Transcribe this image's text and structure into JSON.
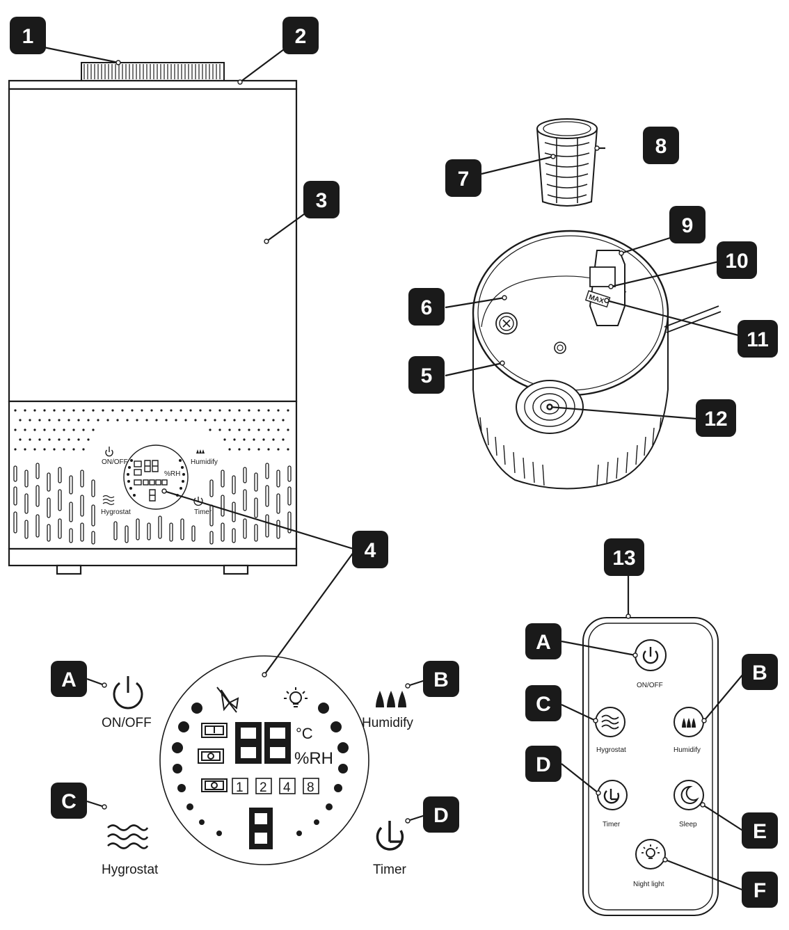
{
  "callouts": {
    "c1": "1",
    "c2": "2",
    "c3": "3",
    "c4": "4",
    "c5": "5",
    "c6": "6",
    "c7": "7",
    "c8": "8",
    "c9": "9",
    "c10": "10",
    "c11": "11",
    "c12": "12",
    "c13": "13"
  },
  "panel_letters": {
    "a": "A",
    "b": "B",
    "c": "C",
    "d": "D"
  },
  "remote_letters": {
    "a": "A",
    "b": "B",
    "c": "C",
    "d": "D",
    "e": "E",
    "f": "F"
  },
  "panel_labels": {
    "onoff": "ON/OFF",
    "humidify": "Humidify",
    "hygrostat": "Hygrostat",
    "timer": "Timer"
  },
  "display": {
    "celsius": "°C",
    "rh": "%RH",
    "timer_options": [
      "1",
      "2",
      "4",
      "8"
    ]
  },
  "tank": {
    "max": "MAX"
  },
  "remote_labels": {
    "onoff": "ON/OFF",
    "hygrostat": "Hygrostat",
    "humidify": "Humidify",
    "timer": "Timer",
    "sleep": "Sleep",
    "night_light": "Night light"
  }
}
